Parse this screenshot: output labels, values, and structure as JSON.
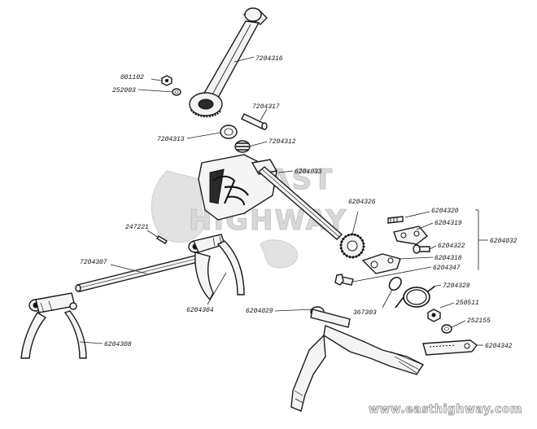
{
  "labels": [
    {
      "id": "7204316",
      "text": "7204316"
    },
    {
      "id": "001102",
      "text": "001102"
    },
    {
      "id": "252003",
      "text": "252003"
    },
    {
      "id": "7204317",
      "text": "7204317"
    },
    {
      "id": "7204313",
      "text": "7204313"
    },
    {
      "id": "7204312",
      "text": "7204312"
    },
    {
      "id": "6204033",
      "text": "6204033"
    },
    {
      "id": "6204326",
      "text": "6204326"
    },
    {
      "id": "6204320",
      "text": "6204320"
    },
    {
      "id": "6204319",
      "text": "6204319"
    },
    {
      "id": "6204032",
      "text": "6204032"
    },
    {
      "id": "6204322",
      "text": "6204322"
    },
    {
      "id": "6204318",
      "text": "6204318"
    },
    {
      "id": "6204347",
      "text": "6204347"
    },
    {
      "id": "247221",
      "text": "247221"
    },
    {
      "id": "7204307",
      "text": "7204307"
    },
    {
      "id": "6204304",
      "text": "6204304"
    },
    {
      "id": "7204329",
      "text": "7204329"
    },
    {
      "id": "367303",
      "text": "367303"
    },
    {
      "id": "6204029",
      "text": "6204029"
    },
    {
      "id": "250511",
      "text": "250511"
    },
    {
      "id": "252155",
      "text": "252155"
    },
    {
      "id": "6204342",
      "text": "6204342"
    },
    {
      "id": "6204308",
      "text": "6204308"
    }
  ],
  "watermark": {
    "logo_line1": "EAST",
    "logo_line2": "HIGHWAY",
    "url": "www.easthighway.com"
  },
  "colors": {
    "ink": "#1a1a1a",
    "part_fill": "#f4f4f4",
    "watermark": "#d8d8d8"
  }
}
